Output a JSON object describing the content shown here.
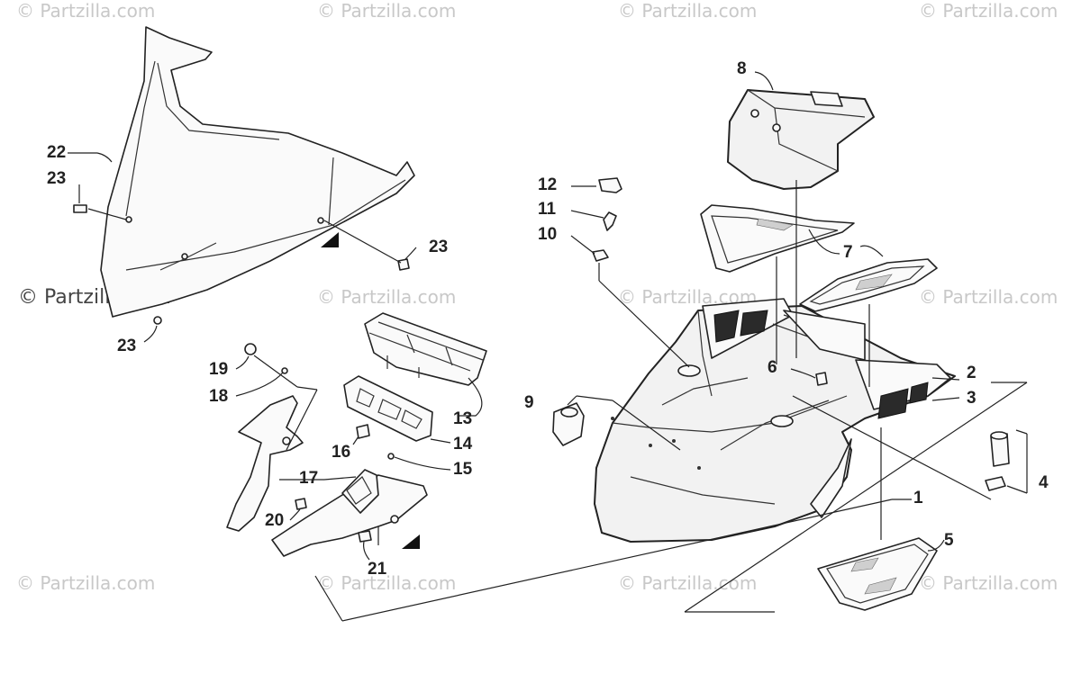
{
  "watermark": {
    "text": "© Partzilla.com",
    "prominent_text": "© Partzilla.com"
  },
  "callouts": [
    "1",
    "2",
    "3",
    "4",
    "5",
    "6",
    "7",
    "8",
    "9",
    "10",
    "11",
    "12",
    "13",
    "14",
    "15",
    "16",
    "17",
    "18",
    "19",
    "20",
    "21",
    "22",
    "23",
    "23",
    "23"
  ],
  "colors": {
    "line": "#222222",
    "part_fill": "#f2f2f2",
    "watermark": "#c8c8c8",
    "dark_panel": "#2a2a2a"
  }
}
